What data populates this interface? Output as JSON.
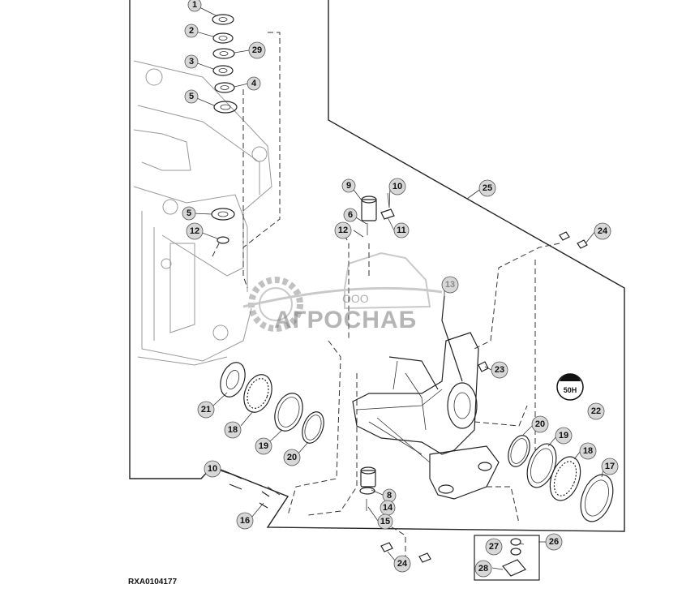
{
  "figure_id": "RXA0104177",
  "watermark": {
    "prefix": "ООО",
    "name": "АГРОСНАБ"
  },
  "badge_text": "50H",
  "callouts": [
    {
      "label": "1"
    },
    {
      "label": "2"
    },
    {
      "label": "29"
    },
    {
      "label": "3"
    },
    {
      "label": "4"
    },
    {
      "label": "5"
    },
    {
      "label": "5"
    },
    {
      "label": "12"
    },
    {
      "label": "9"
    },
    {
      "label": "10"
    },
    {
      "label": "6"
    },
    {
      "label": "11"
    },
    {
      "label": "12"
    },
    {
      "label": "25"
    },
    {
      "label": "24"
    },
    {
      "label": "13"
    },
    {
      "label": "23"
    },
    {
      "label": "22"
    },
    {
      "label": "21"
    },
    {
      "label": "18"
    },
    {
      "label": "19"
    },
    {
      "label": "20"
    },
    {
      "label": "20"
    },
    {
      "label": "19"
    },
    {
      "label": "18"
    },
    {
      "label": "17"
    },
    {
      "label": "10"
    },
    {
      "label": "16"
    },
    {
      "label": "8"
    },
    {
      "label": "14"
    },
    {
      "label": "15"
    },
    {
      "label": "24"
    },
    {
      "label": "27"
    },
    {
      "label": "26"
    },
    {
      "label": "28"
    }
  ]
}
